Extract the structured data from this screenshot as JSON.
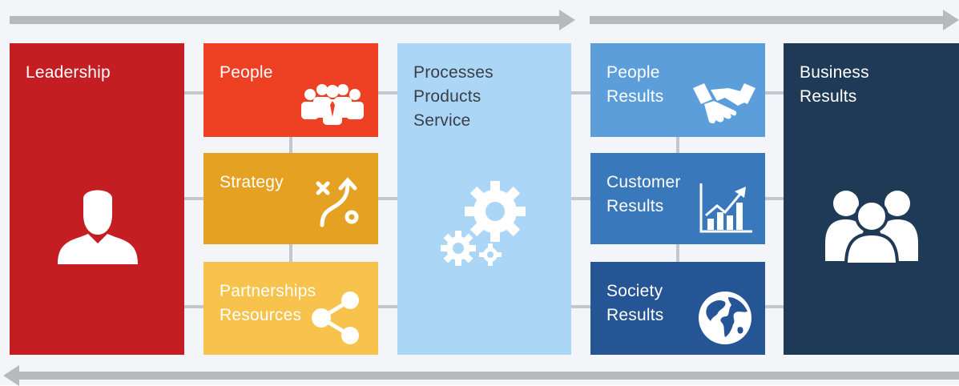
{
  "boxes": {
    "leadership": {
      "lines": [
        "Leadership"
      ]
    },
    "people": {
      "lines": [
        "People"
      ]
    },
    "strategy": {
      "lines": [
        "Strategy"
      ]
    },
    "partnerships": {
      "lines": [
        "Partnerships",
        "Resources"
      ]
    },
    "processes": {
      "lines": [
        "Processes",
        "Products",
        "Service"
      ]
    },
    "people_results": {
      "lines": [
        "People",
        "Results"
      ]
    },
    "customer_results": {
      "lines": [
        "Customer",
        "Results"
      ]
    },
    "society_results": {
      "lines": [
        "Society",
        "Results"
      ]
    },
    "business_results": {
      "lines": [
        "Business",
        "Results"
      ]
    }
  },
  "colors": {
    "leadership": "#c41e23",
    "people": "#ee4123",
    "strategy": "#e5a121",
    "partnerships": "#f8c34c",
    "processes": "#acd6f5",
    "people_results": "#5c9ed9",
    "customer_results": "#3a78bc",
    "society_results": "#255595",
    "business_results": "#1f3a56",
    "arrows": "#b7b9bd",
    "connectors": "#c3c6cc"
  },
  "icons": {
    "leadership": "person-icon",
    "people": "team-icon",
    "strategy": "strategy-path-icon",
    "partnerships": "share-network-icon",
    "processes": "gears-icon",
    "people_results": "handshake-icon",
    "customer_results": "growth-chart-icon",
    "society_results": "globe-icon",
    "business_results": "group-icon"
  }
}
